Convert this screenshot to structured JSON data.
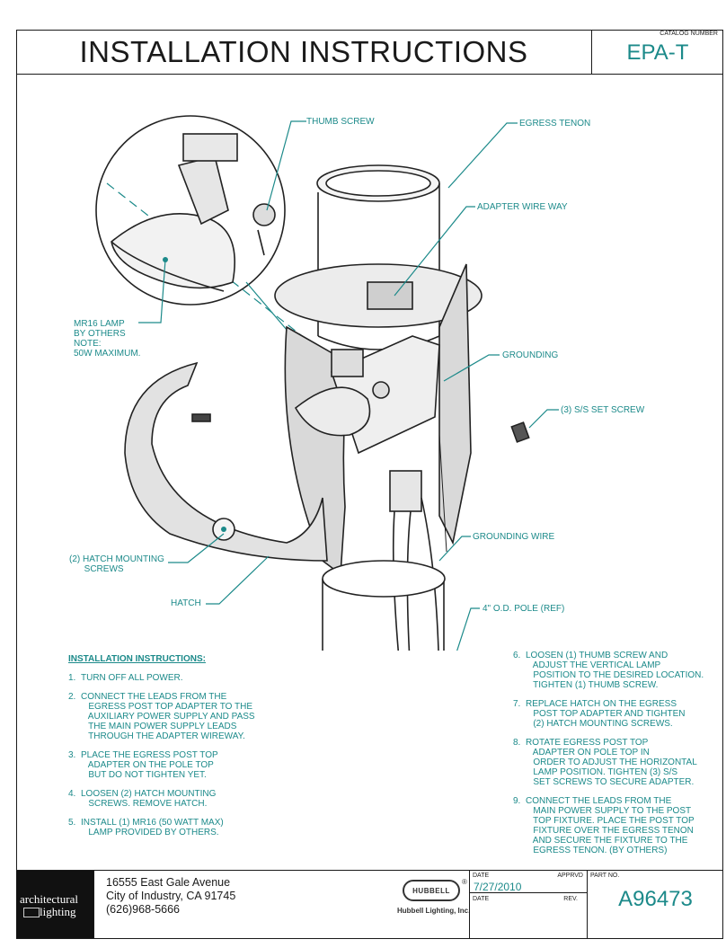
{
  "header": {
    "title": "INSTALLATION INSTRUCTIONS",
    "catalog_label": "CATALOG NUMBER",
    "catalog_number": "EPA-T"
  },
  "callouts": {
    "thumb_screw": "THUMB SCREW",
    "egress_tenon": "EGRESS TENON",
    "adapter_wire_way": "ADAPTER WIRE WAY",
    "mr16_lamp": "MR16 LAMP\nBY OTHERS\nNOTE:\n50W MAXIMUM.",
    "grounding": "GROUNDING",
    "set_screw": "(3) S/S SET SCREW",
    "hatch_mounting": "(2) HATCH MOUNTING\n      SCREWS",
    "grounding_wire": "GROUNDING WIRE",
    "hatch": "HATCH",
    "pole": "4\" O.D. POLE (REF)"
  },
  "instructions": {
    "title": "INSTALLATION INSTRUCTIONS:",
    "left_steps": [
      {
        "n": "1.",
        "text": "TURN OFF ALL POWER."
      },
      {
        "n": "2.",
        "text": "CONNECT THE LEADS FROM THE\n   EGRESS POST TOP ADAPTER TO THE\n   AUXILIARY POWER SUPPLY AND PASS\n   THE MAIN POWER SUPPLY LEADS\n   THROUGH THE ADAPTER WIREWAY."
      },
      {
        "n": "3.",
        "text": "PLACE THE EGRESS POST TOP\n   ADAPTER ON THE POLE TOP\n   BUT DO NOT TIGHTEN YET."
      },
      {
        "n": "4.",
        "text": "LOOSEN (2) HATCH MOUNTING\n   SCREWS. REMOVE HATCH."
      },
      {
        "n": "5.",
        "text": "INSTALL (1) MR16 (50 WATT MAX)\n   LAMP PROVIDED BY OTHERS."
      }
    ],
    "right_steps": [
      {
        "n": "6.",
        "text": "LOOSEN (1) THUMB SCREW AND\n   ADJUST THE VERTICAL LAMP\n   POSITION TO THE DESIRED LOCATION.\n   TIGHTEN (1) THUMB SCREW."
      },
      {
        "n": "7.",
        "text": "REPLACE HATCH ON THE EGRESS\n   POST TOP ADAPTER AND TIGHTEN\n   (2) HATCH MOUNTING SCREWS."
      },
      {
        "n": "8.",
        "text": "ROTATE EGRESS POST TOP\n   ADAPTER ON POLE TOP IN\n   ORDER TO ADJUST THE HORIZONTAL\n   LAMP POSITION. TIGHTEN (3) S/S\n   SET SCREWS TO SECURE ADAPTER."
      },
      {
        "n": "9.",
        "text": "CONNECT THE LEADS FROM THE\n   MAIN POWER SUPPLY TO THE POST\n   TOP FIXTURE. PLACE THE POST TOP\n   FIXTURE OVER THE EGRESS TENON\n   AND SECURE THE FIXTURE TO THE\n   EGRESS TENON. (BY OTHERS)"
      }
    ]
  },
  "footer": {
    "logo_line1": "architectural",
    "logo_line2": "lighting",
    "address_line1": "16555 East Gale Avenue",
    "address_line2": "City of Industry, CA  91745",
    "address_line3": "(626)968-5666",
    "hubbell_badge": "HUBBELL",
    "hubbell_name": "Hubbell Lighting, Inc.",
    "reg_mark": "®",
    "date_label": "DATE",
    "apprvd_label": "APPRVD",
    "date_value": "7/27/2010",
    "date_label2": "DATE",
    "rev_label": "REV.",
    "part_label": "PART NO.",
    "part_number": "A96473"
  }
}
